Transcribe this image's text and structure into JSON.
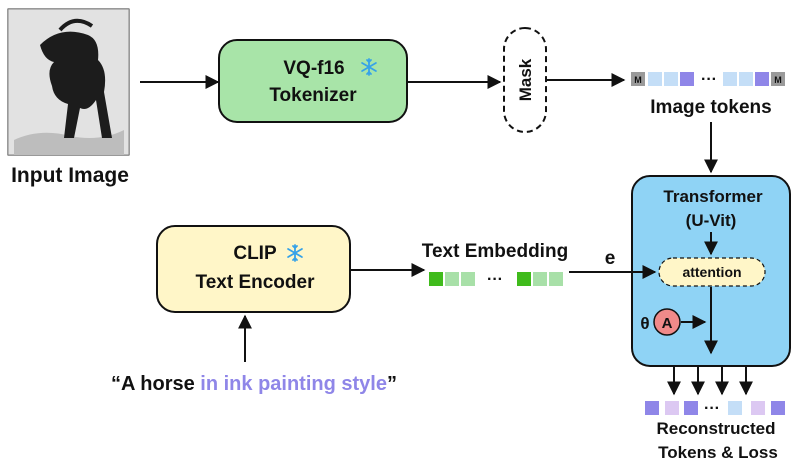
{
  "input_image": {
    "caption": "Input Image"
  },
  "tokenizer": {
    "line1": "VQ-f16",
    "line2": "Tokenizer",
    "frozen_icon": "snowflake-icon"
  },
  "mask": {
    "label": "Mask"
  },
  "image_tokens": {
    "label": "Image tokens",
    "mask_token": "M",
    "ellipsis": "···"
  },
  "clip": {
    "line1": "CLIP",
    "line2": "Text Encoder",
    "frozen_icon": "snowflake-icon"
  },
  "text_embedding": {
    "label": "Text Embedding",
    "ellipsis": "···"
  },
  "embedding_symbol": "e",
  "transformer": {
    "line1": "Transformer",
    "line2": "(U-Vit)",
    "attention": "attention",
    "theta": "θ",
    "adapter": "A"
  },
  "prompt": {
    "open_quote": "“",
    "plain": "A horse ",
    "style": "in ink painting style",
    "close_quote": "”"
  },
  "output": {
    "line1": "Reconstructed",
    "line2": "Tokens & Loss",
    "ellipsis": "···"
  },
  "colors": {
    "tokenizer_fill": "#a8e4a8",
    "clip_fill": "#fff6c8",
    "transformer_fill": "#8fd3f5",
    "attention_fill": "#fff6c8",
    "adapter_fill": "#f08a8a",
    "style_text": "#8f86e8",
    "token_purple": "#8f86e8",
    "token_light_blue": "#c4def7",
    "token_lavender": "#dcc8f2",
    "token_green_dark": "#40bb1c",
    "token_green_light": "#a8e0a8",
    "snowflake": "#36a2e8"
  }
}
